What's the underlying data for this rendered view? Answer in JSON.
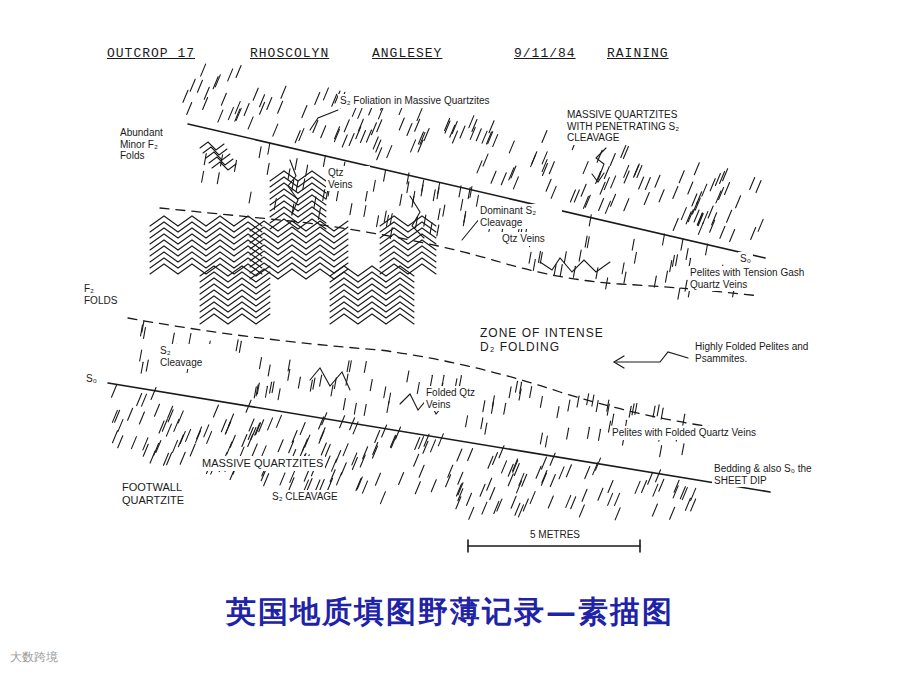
{
  "diagram": {
    "caption": "英国地质填图野薄记录—素描图",
    "labels": [
      "OUTCROP 17",
      "RHOSCOLYN",
      "ANGLESEY",
      "9/11/84",
      "RAINING",
      "S₂ Foliation in Massive Quartzites",
      "Abundant Minor F₂ Folds",
      "Qtz Veins",
      "MASSIVE QUARTZITES WITH PENETRATING S₂ CLEAVAGE",
      "Dominant S₂ Cleavage",
      "Qtz Veins",
      "S₀",
      "Pelites with Tension Gash Quartz Veins",
      "F₂ FOLDS",
      "ZONE OF INTENSE D₂ FOLDING",
      "Highly Folded Pelites and Psammites.",
      "S₂ Cleavage",
      "S₀",
      "Folded Qtz Veins",
      "Pelites with Folded Quartz Veins",
      "Bedding & also S₀ the SHEET DIP",
      "MASSIVE QUARTZITES",
      "FOOTWALL QUARTZITE",
      "S₂ CLEAVAGE",
      "5 METRES",
      "大数跨境"
    ]
  }
}
